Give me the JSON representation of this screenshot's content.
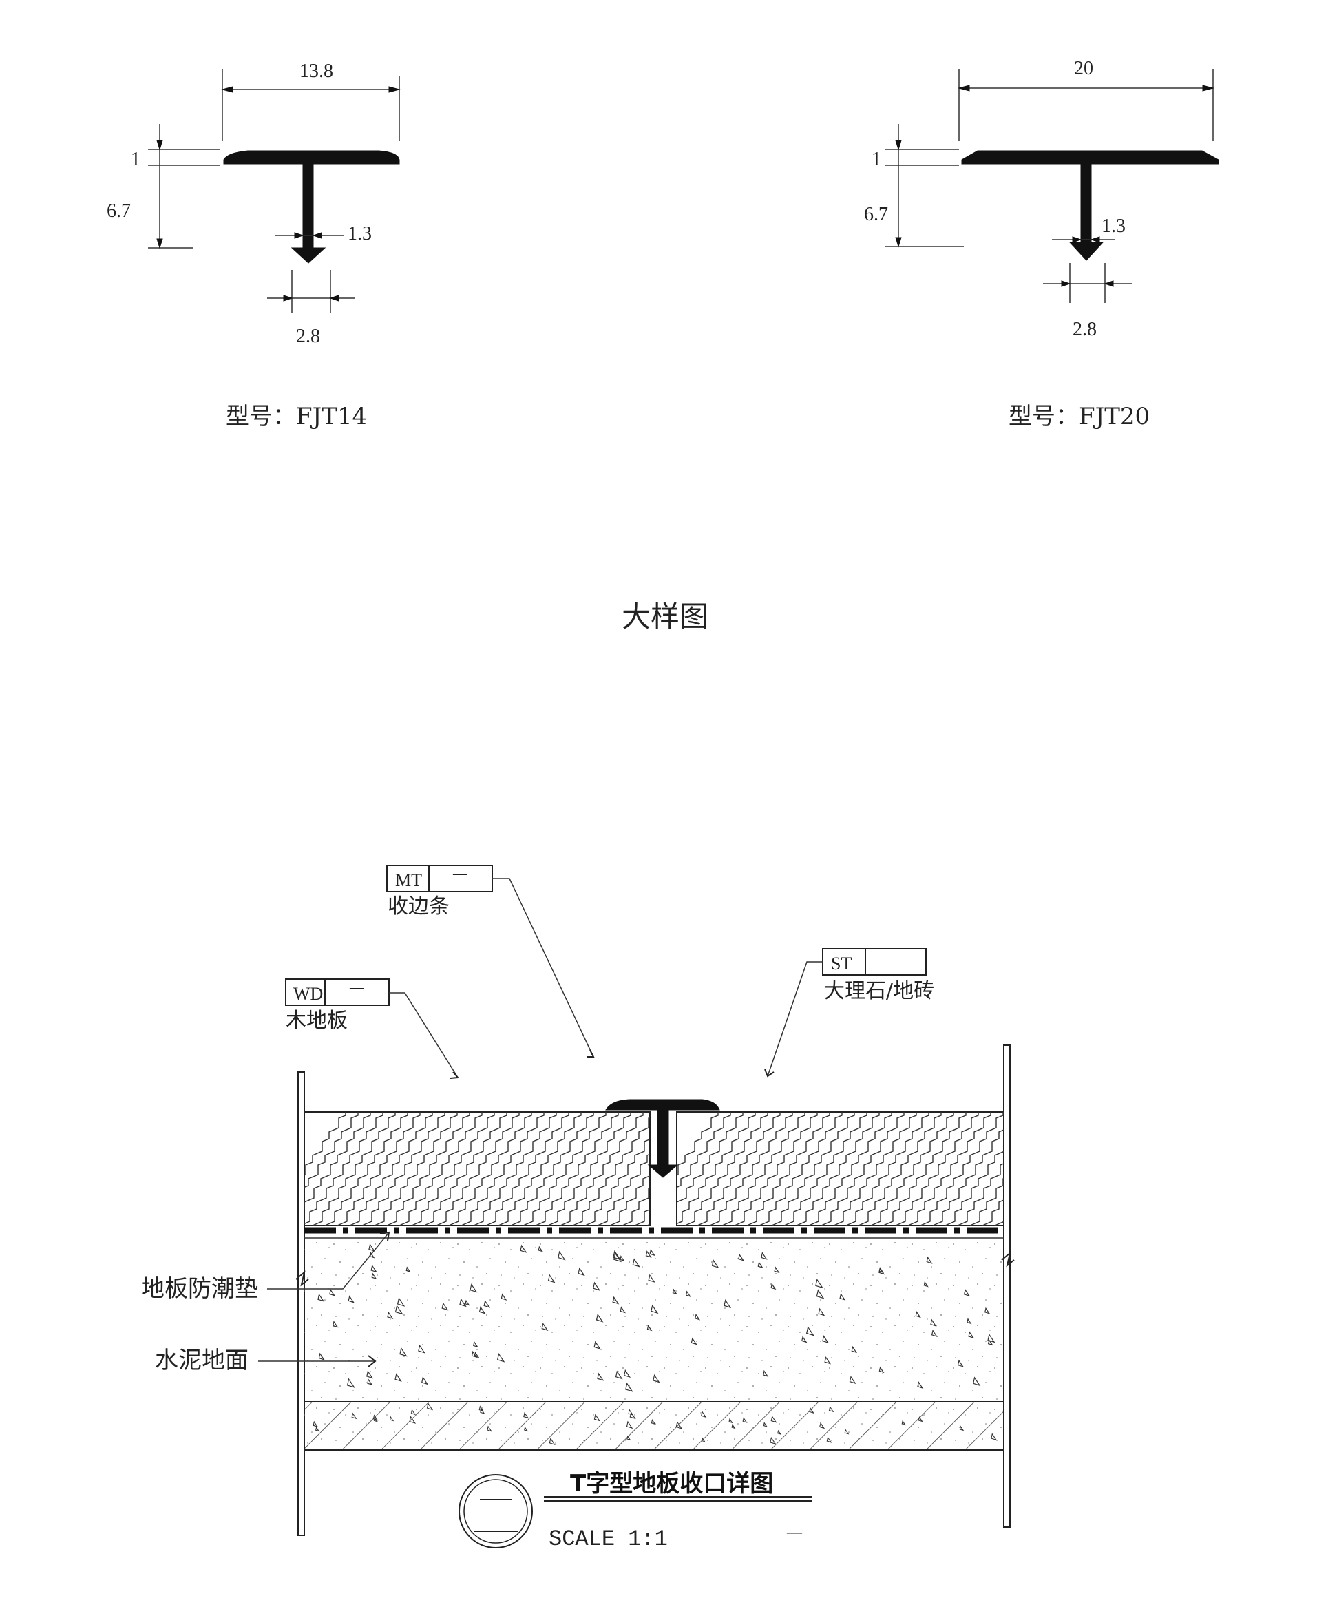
{
  "profiles": [
    {
      "model_label": "型号：FJT14",
      "dims": {
        "width": "13.8",
        "cap": "1",
        "height": "6.7",
        "stem": "1.3",
        "foot": "2.8"
      }
    },
    {
      "model_label": "型号：FJT20",
      "dims": {
        "width": "20",
        "cap": "1",
        "height": "6.7",
        "stem": "1.3",
        "foot": "2.8"
      }
    }
  ],
  "detail_heading": "大样图",
  "tags": {
    "mt": {
      "code": "MT",
      "suffix": "—",
      "label": "收边条"
    },
    "wd": {
      "code": "WD",
      "suffix": "—",
      "label": "木地板"
    },
    "st": {
      "code": "ST",
      "suffix": "—",
      "label": "大理石/地砖"
    }
  },
  "callouts": {
    "underlay": "地板防潮垫",
    "cement": "水泥地面"
  },
  "title_block": {
    "symbol": "二",
    "title": "T字型地板收口详图",
    "scale": "SCALE  1:1",
    "scale_suffix": "—"
  }
}
